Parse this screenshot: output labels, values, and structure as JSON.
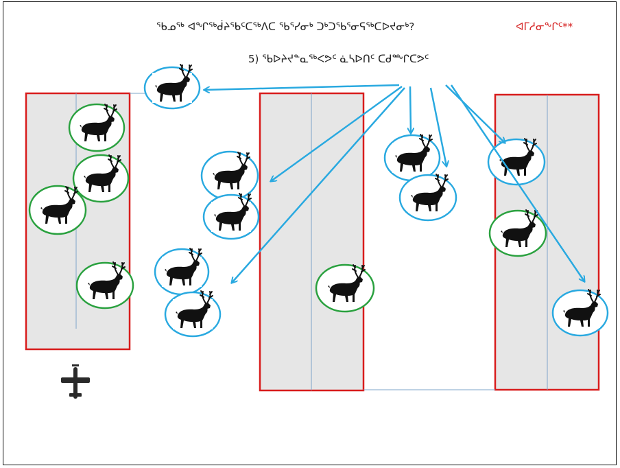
{
  "question": {
    "line1": "ᖃᓄᖅ ᐊᖏᖅᑰᔨᖃᑦᑕᖅᐱᑕ ᖃᕐᓯᓂᒃ ᑐᒃᑐᖃᕐᓂᕋᖅᑕᐅᔪᓂᒃ?",
    "line2": "5) ᖃᐅᔨᔪᓐᓇᖅᐸᕗᑦ ᓈᓴᐅᑎᑦ ᑕᑯᖖᒋᑕᕗᑦ"
  },
  "note": "ᐊᒥᓱᓂᖕᒋᑦ**",
  "colors": {
    "strip_border": "#d81c1c",
    "strip_fill": "#e6e6e6",
    "circle_green": "#2aa13f",
    "circle_blue": "#29a9e0",
    "arrow": "#29a9e0",
    "plane": "#2a2a2a"
  },
  "strips": [
    {
      "name": "strip-left"
    },
    {
      "name": "strip-middle"
    },
    {
      "name": "strip-right"
    }
  ],
  "caribou": [
    {
      "name": "caribou-top-blue",
      "circle": "blue",
      "counted": false
    },
    {
      "name": "caribou-left-1",
      "circle": "green",
      "counted": true
    },
    {
      "name": "caribou-left-2",
      "circle": "green",
      "counted": true
    },
    {
      "name": "caribou-left-3",
      "circle": "green",
      "counted": true
    },
    {
      "name": "caribou-left-4",
      "circle": "green",
      "counted": true
    },
    {
      "name": "caribou-gap-1",
      "circle": "blue",
      "counted": false
    },
    {
      "name": "caribou-gap-2",
      "circle": "blue",
      "counted": false
    },
    {
      "name": "caribou-gap-3",
      "circle": "blue",
      "counted": false
    },
    {
      "name": "caribou-gap-4",
      "circle": "blue",
      "counted": false
    },
    {
      "name": "caribou-middle-strip",
      "circle": "green",
      "counted": true
    },
    {
      "name": "caribou-gap-5",
      "circle": "blue",
      "counted": false
    },
    {
      "name": "caribou-gap-6",
      "circle": "blue",
      "counted": false
    },
    {
      "name": "caribou-right-1",
      "circle": "blue",
      "counted": false
    },
    {
      "name": "caribou-right-2",
      "circle": "green",
      "counted": true
    },
    {
      "name": "caribou-right-edge",
      "circle": "blue",
      "counted": false
    }
  ],
  "icons": {
    "animal": "caribou-icon",
    "aircraft": "airplane-icon"
  }
}
